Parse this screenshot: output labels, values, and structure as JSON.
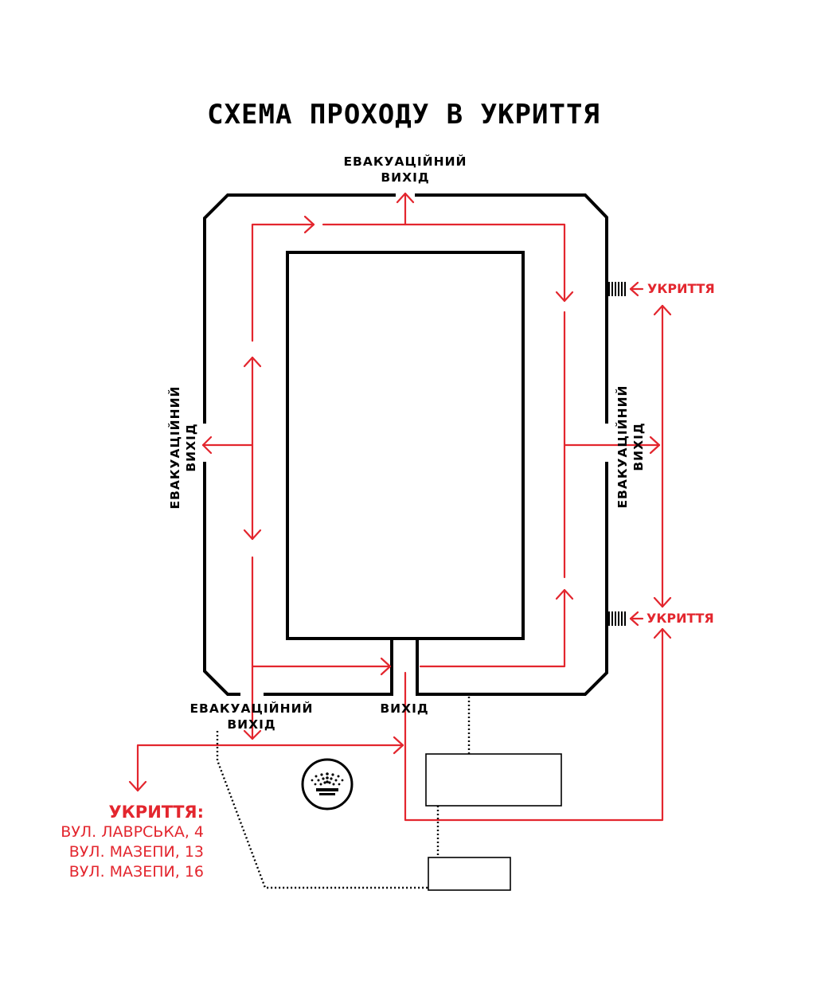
{
  "title": "СХЕМА ПРОХОДУ В УКРИТТЯ",
  "labels": {
    "evac_top_1": "ЕВАКУАЦІЙНИЙ",
    "evac_top_2": "ВИХІД",
    "evac_left_1": "ЕВАКУАЦІЙНИЙ",
    "evac_left_2": "ВИХІД",
    "evac_right_1": "ЕВАКУАЦІЙНИЙ",
    "evac_right_2": "ВИХІД",
    "evac_bottom_1": "ЕВАКУАЦІЙНИЙ",
    "evac_bottom_2": "ВИХІД",
    "exit": "ВИХІД",
    "shelter_upper": "УКРИТТЯ",
    "shelter_lower": "УКРИТТЯ"
  },
  "shelters": {
    "heading": "УКРИТТЯ:",
    "addresses": [
      "ВУЛ. ЛАВРСЬКА, 4",
      "ВУЛ. МАЗЕПИ, 13",
      "ВУЛ. МАЗЕПИ, 16"
    ]
  },
  "icons": {
    "fountain": "fountain-icon",
    "stairs": "stairs-icon",
    "arrow": "arrow-icon"
  },
  "colors": {
    "route": "#e3262e",
    "walls": "#000000",
    "background": "#ffffff"
  }
}
